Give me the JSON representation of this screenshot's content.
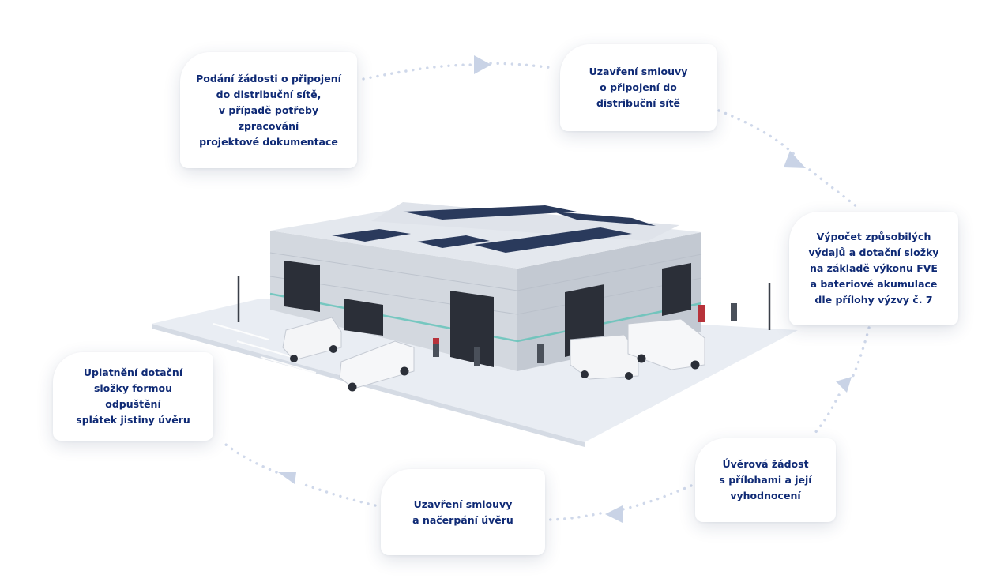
{
  "steps": [
    {
      "text": "Podání žádosti o připojení\ndo distribuční sítě,\nv případě potřeby\nzpracování\nprojektové dokumentace"
    },
    {
      "text": "Uzavření smlouvy\no připojení do\ndistribuční sítě"
    },
    {
      "text": "Výpočet způsobilých\nvýdajů a dotační složky\nna základě výkonu FVE\na bateriové akumulace\ndle přílohy výzvy č. 7"
    },
    {
      "text": "Úvěrová žádost\ns přílohami a její\nvyhodnocení"
    },
    {
      "text": "Uzavření smlouvy\na načerpání úvěru"
    },
    {
      "text": "Uplatnění dotační\nsložky formou odpuštění\nsplátek jistiny úvěru"
    }
  ],
  "colors": {
    "text": "#0f2a75",
    "arrow": "#c9d3e6",
    "dots": "#cfd8ea",
    "card_bg": "#ffffff",
    "ground": "#e9edf3",
    "building_wall": "#cfd5de",
    "roof_panels": "#2a3a5c",
    "door": "#2b2f38",
    "van": "#f4f5f7",
    "accent_stripe": "#5fc3b8"
  },
  "illustration": {
    "subject": "industrial-hall-with-solar-roof",
    "icons": [
      "solar-panel-icon",
      "van-icon",
      "charging-station-icon",
      "street-lamp-icon"
    ]
  }
}
